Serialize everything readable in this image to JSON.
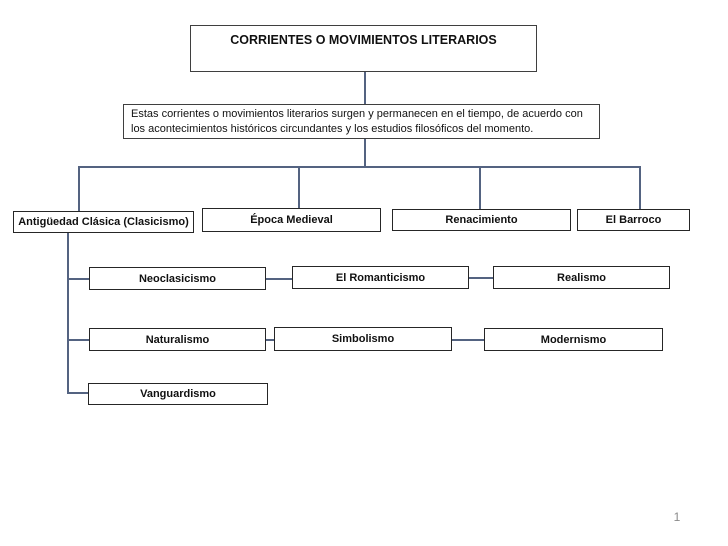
{
  "slide": {
    "title": "CORRIENTES O MOVIMIENTOS LITERARIOS",
    "description_lines": [
      "Estas corrientes o movimientos literarios surgen y permanecen en el tiempo, de acuerdo con",
      "los acontecimientos históricos circundantes y los estudios filosóficos del momento."
    ],
    "page_number": "1"
  },
  "nodes": {
    "level1": [
      {
        "label": "Antigüedad Clásica (Clasicismo)"
      },
      {
        "label": "Época Medieval"
      },
      {
        "label": "Renacimiento"
      },
      {
        "label": "El Barroco"
      }
    ],
    "level2": [
      {
        "label": "Neoclasicismo"
      },
      {
        "label": "El Romanticismo"
      },
      {
        "label": "Realismo"
      }
    ],
    "level3": [
      {
        "label": "Naturalismo"
      },
      {
        "label": "Simbolismo"
      },
      {
        "label": "Modernismo"
      }
    ],
    "level4": [
      {
        "label": "Vanguardismo"
      }
    ]
  },
  "colors": {
    "connector": "#546381",
    "box_border": "#262626",
    "text": "#111111",
    "page_number": "#8a8a8a",
    "background": "#ffffff"
  }
}
